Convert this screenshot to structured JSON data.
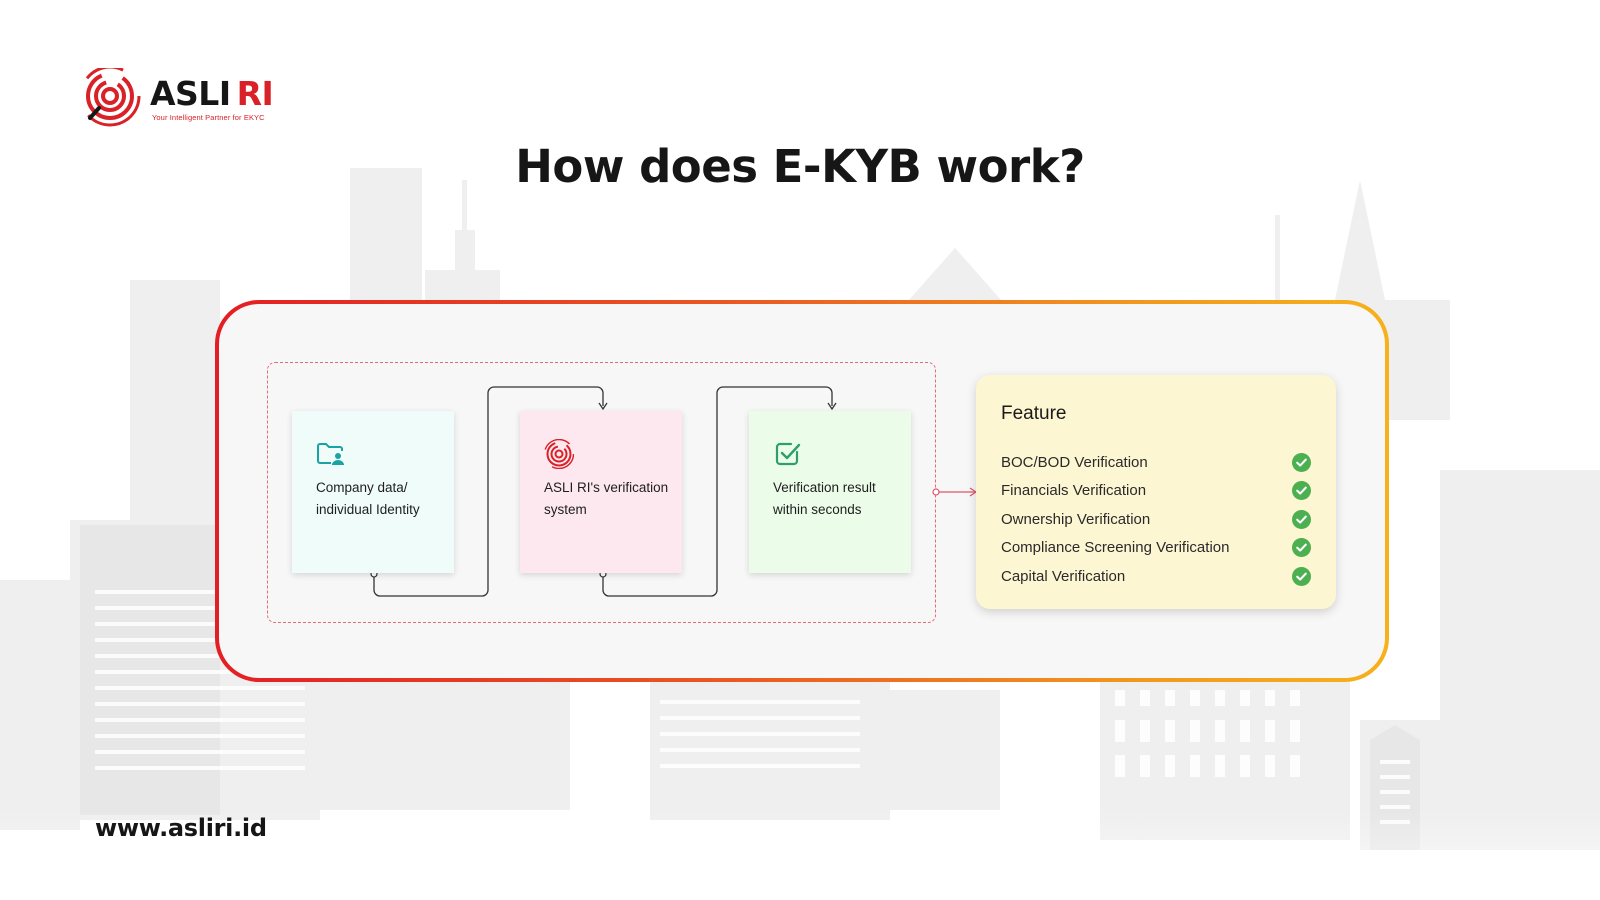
{
  "brand": {
    "name_part1": "ASLI",
    "name_part2": "RI",
    "tagline": "Your Intelligent Partner for EKYC"
  },
  "title": "How does E-KYB work?",
  "steps": [
    {
      "icon": "folder-user-icon",
      "text": "Company data/ individual Identity"
    },
    {
      "icon": "fingerprint-target-icon",
      "text": "ASLI RI's verification system"
    },
    {
      "icon": "check-square-icon",
      "text": "Verification result within seconds"
    }
  ],
  "feature": {
    "title": "Feature",
    "items": [
      "BOC/BOD Verification",
      "Financials Verification",
      "Ownership Verification",
      "Compliance Screening Verification",
      "Capital Verification"
    ]
  },
  "footer": {
    "url": "www.asliri.id"
  },
  "colors": {
    "brand_red": "#d92128",
    "frame_gradient_start": "#e31e24",
    "frame_gradient_end": "#f6b11c",
    "teal_icon": "#1aa3a3",
    "green_check": "#4caf50",
    "dashed_border": "#e46a78"
  }
}
